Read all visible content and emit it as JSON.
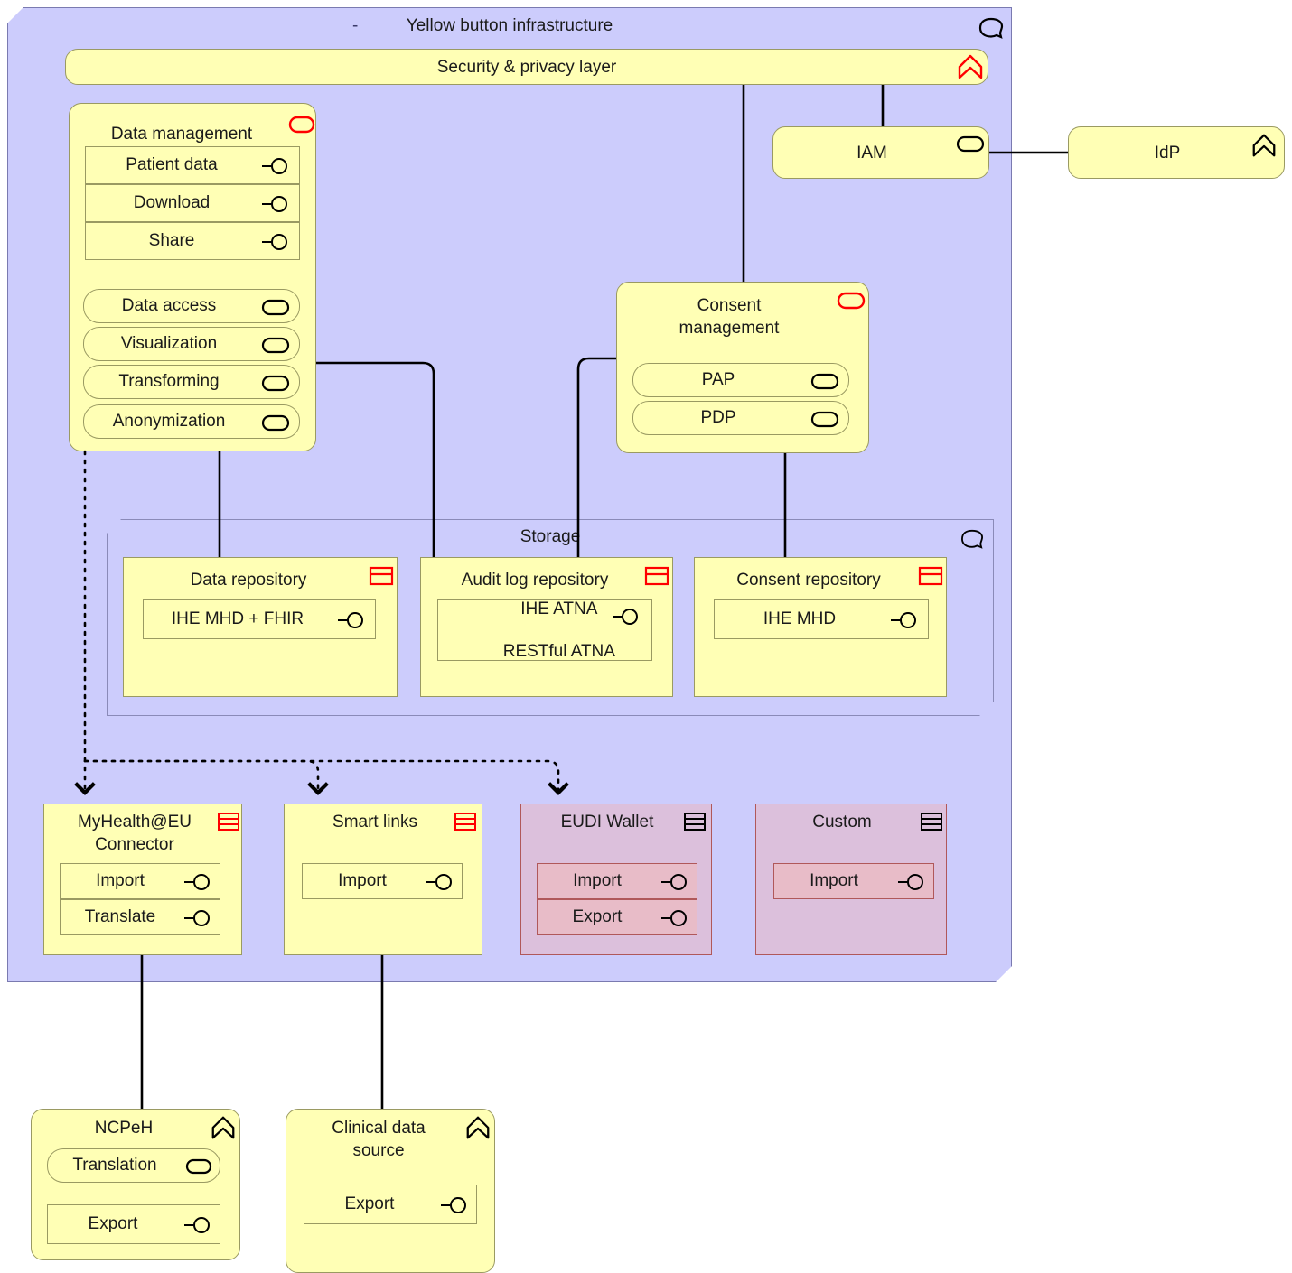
{
  "diagram": {
    "title": "Yellow button infrastructure",
    "title_dash": "-",
    "grouping_icon": "grouping-icon",
    "colors": {
      "grouping_fill": "#ccccfc",
      "element_fill": "#ffffb5",
      "mauve_fill": "#dcc0dc",
      "mauve_sub_fill": "#e8bcc8",
      "red_accent": "#ff0000",
      "mauve_border": "#b0585a",
      "element_border": "#9a9a62"
    }
  },
  "security_layer": {
    "label": "Security & privacy layer",
    "icon": "chevron-up-icon"
  },
  "data_management": {
    "label": "Data management",
    "icon": "application-component-icon",
    "interfaces": [
      {
        "label": "Patient data",
        "icon": "lollipop-interface-icon"
      },
      {
        "label": "Download",
        "icon": "lollipop-interface-icon"
      },
      {
        "label": "Share",
        "icon": "lollipop-interface-icon"
      }
    ],
    "services": [
      {
        "label": "Data access",
        "icon": "application-component-icon"
      },
      {
        "label": "Visualization",
        "icon": "application-component-icon"
      },
      {
        "label": "Transforming",
        "icon": "application-component-icon"
      },
      {
        "label": "Anonymization",
        "icon": "application-component-icon"
      }
    ]
  },
  "iam": {
    "label": "IAM",
    "icon": "application-component-icon"
  },
  "idp": {
    "label": "IdP",
    "icon": "chevron-up-icon"
  },
  "consent_management": {
    "label_line1": "Consent",
    "label_line2": "management",
    "icon": "application-component-icon",
    "services": [
      {
        "label": "PAP",
        "icon": "application-component-icon"
      },
      {
        "label": "PDP",
        "icon": "application-component-icon"
      }
    ]
  },
  "storage": {
    "label": "Storage",
    "icon": "grouping-icon",
    "repositories": [
      {
        "label": "Data repository",
        "icon": "node-icon",
        "interface_line1": "IHE MHD + FHIR",
        "interface_line2": "",
        "interface_icon": "lollipop-interface-icon"
      },
      {
        "label": "Audit log repository",
        "icon": "node-icon",
        "interface_line1": "IHE ATNA",
        "interface_line2": "RESTful ATNA",
        "interface_icon": "lollipop-interface-icon"
      },
      {
        "label": "Consent repository",
        "icon": "node-icon",
        "interface_line1": "IHE MHD",
        "interface_line2": "",
        "interface_icon": "lollipop-interface-icon"
      }
    ]
  },
  "connectors": [
    {
      "label_line1": "MyHealth@EU",
      "label_line2": "Connector",
      "icon": "node-stack-icon",
      "style": "yellow",
      "interfaces": [
        {
          "label": "Import",
          "icon": "lollipop-interface-icon"
        },
        {
          "label": "Translate",
          "icon": "lollipop-interface-icon"
        }
      ]
    },
    {
      "label_line1": "Smart links",
      "label_line2": "",
      "icon": "node-stack-icon",
      "style": "yellow",
      "interfaces": [
        {
          "label": "Import",
          "icon": "lollipop-interface-icon"
        }
      ]
    },
    {
      "label_line1": "EUDI Wallet",
      "label_line2": "",
      "icon": "node-stack-icon",
      "style": "mauve",
      "interfaces": [
        {
          "label": "Import",
          "icon": "lollipop-interface-icon"
        },
        {
          "label": "Export",
          "icon": "lollipop-interface-icon"
        }
      ]
    },
    {
      "label_line1": "Custom",
      "label_line2": "",
      "icon": "node-stack-icon",
      "style": "mauve",
      "interfaces": [
        {
          "label": "Import",
          "icon": "lollipop-interface-icon"
        }
      ]
    }
  ],
  "externals": [
    {
      "label_line1": "NCPeH",
      "label_line2": "",
      "icon": "chevron-up-icon",
      "services": [
        {
          "label": "Translation",
          "icon": "application-component-icon"
        }
      ],
      "interfaces": [
        {
          "label": "Export",
          "icon": "lollipop-interface-icon"
        }
      ]
    },
    {
      "label_line1": "Clinical data",
      "label_line2": "source",
      "icon": "chevron-up-icon",
      "services": [],
      "interfaces": [
        {
          "label": "Export",
          "icon": "lollipop-interface-icon"
        }
      ]
    }
  ]
}
